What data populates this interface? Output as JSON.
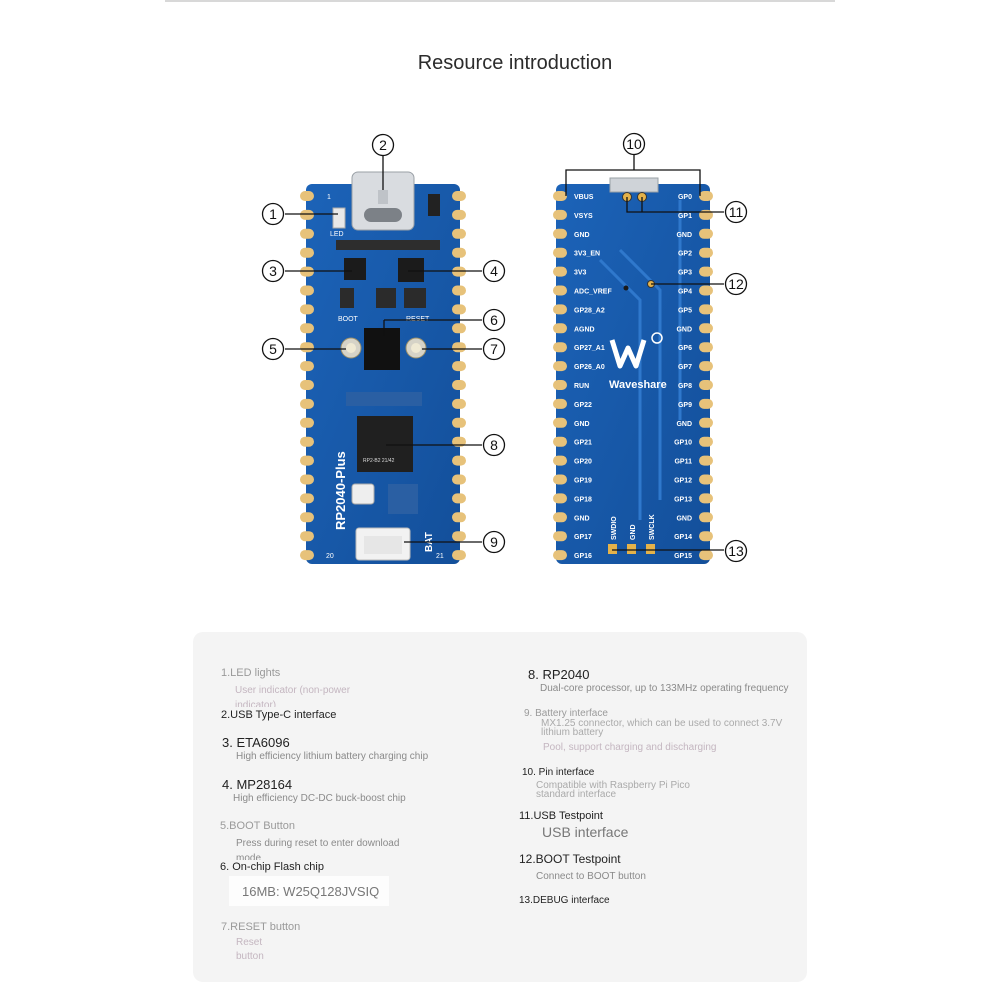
{
  "page": {
    "title": "Resource introduction"
  },
  "board_front": {
    "label_led": "LED",
    "label_boot": "BOOT",
    "label_reset": "RESET",
    "label_board": "RP2040-Plus",
    "label_bat": "BAT",
    "pin_1": "1",
    "pin_20": "20",
    "pin_21": "21",
    "chip_text": "RP2-B2  21/42"
  },
  "board_back": {
    "logo": "Waveshare",
    "left_pins": [
      "VBUS",
      "VSYS",
      "GND",
      "3V3_EN",
      "3V3",
      "ADC_VREF",
      "GP28_A2",
      "AGND",
      "GP27_A1",
      "GP26_A0",
      "RUN",
      "GP22",
      "GND",
      "GP21",
      "GP20",
      "GP19",
      "GP18",
      "GND",
      "GP17",
      "GP16"
    ],
    "right_pins": [
      "GP0",
      "GP1",
      "GND",
      "GP2",
      "GP3",
      "GP4",
      "GP5",
      "GND",
      "GP6",
      "GP7",
      "GP8",
      "GP9",
      "GND",
      "GP10",
      "GP11",
      "GP12",
      "GP13",
      "GND",
      "GP14",
      "GP15"
    ],
    "test_labels": [
      "SWDIO",
      "GND",
      "SWCLK"
    ]
  },
  "callouts": [
    "1",
    "2",
    "3",
    "4",
    "5",
    "6",
    "7",
    "8",
    "9",
    "10",
    "11",
    "12",
    "13"
  ],
  "legend": {
    "i1_title": "1.LED lights",
    "i1_desc": "User indicator (non-power indicator)",
    "i2_title": "2.USB Type-C interface",
    "i3_title": "3. ETA6096",
    "i3_desc": "High efficiency lithium battery charging chip",
    "i4_title": "4. MP28164",
    "i4_desc": "High efficiency DC-DC buck-boost chip",
    "i5_title": "5.BOOT Button",
    "i5_desc": "Press during reset to enter download mode",
    "i6_title": "6. On-chip Flash chip",
    "i6_desc": "16MB:  W25Q128JVSIQ",
    "i7_title": "7.RESET button",
    "i7_desc": "Reset button",
    "i8_title": "8. RP2040",
    "i8_desc": "Dual-core processor, up to 133MHz operating frequency",
    "i9_title": "9. Battery interface",
    "i9_desc1": "MX1.25 connector, which can be used to connect 3.7V lithium battery",
    "i9_desc2": "Pool, support charging and discharging",
    "i10_title": "10. Pin interface",
    "i10_desc": "Compatible with Raspberry Pi Pico standard interface",
    "i11_title": "11.USB Testpoint",
    "i11_desc": "USB interface",
    "i12_title": "12.BOOT Testpoint",
    "i12_desc": "Connect to BOOT button",
    "i13_title": "13.DEBUG interface"
  }
}
